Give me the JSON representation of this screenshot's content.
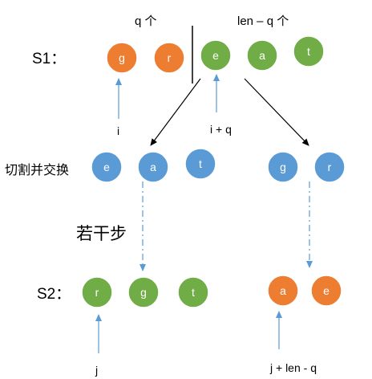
{
  "labels": {
    "q_count": "q 个",
    "len_q_count": "len – q 个",
    "s1": "S1：",
    "s2": "S2：",
    "i": "i",
    "i_plus_q": "i + q",
    "cut_swap": "切割并交换",
    "steps": "若干步",
    "j": "j",
    "j_len_q": "j + len - q"
  },
  "colors": {
    "orange": "#ED7D31",
    "green": "#70AD47",
    "blue": "#5B9BD5",
    "arrow_blue": "#5B9BD5",
    "black": "#000000"
  },
  "s1_left": [
    "g",
    "r"
  ],
  "s1_right": [
    "e",
    "a",
    "t"
  ],
  "mid_left": [
    "e",
    "a",
    "t"
  ],
  "mid_right": [
    "g",
    "r"
  ],
  "s2_left": [
    "r",
    "g",
    "t"
  ],
  "s2_right": [
    "a",
    "e"
  ]
}
